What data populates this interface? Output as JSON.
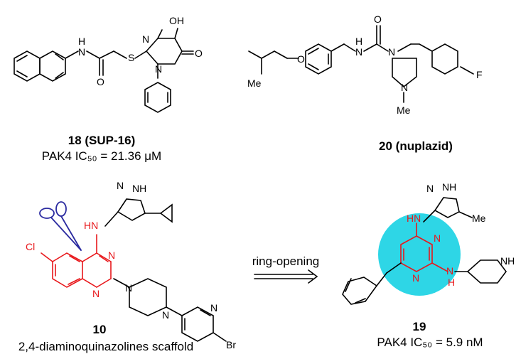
{
  "compounds": [
    {
      "id": "18",
      "bold_label": "18 (SUP-16)",
      "activity": "PAK4 IC₅₀ = 21.36 μM",
      "atoms": {
        "oh": "OH",
        "n1": "N",
        "n2": "N",
        "s": "S",
        "nh": "H",
        "nh_n": "N",
        "o1": "O",
        "o2": "O"
      }
    },
    {
      "id": "20",
      "bold_label": "20 (nuplazid)",
      "atoms": {
        "o": "O",
        "n_urea": "N",
        "nh": "H",
        "nh_n": "N",
        "pip_n": "N",
        "me": "Me",
        "me2": "Me",
        "f": "F",
        "o_ether": "O"
      }
    },
    {
      "id": "10",
      "bold_label": "10",
      "caption": "2,4-diaminoquinazolines scaffold",
      "atoms": {
        "cl": "Cl",
        "hn": "HN",
        "n_a": "N",
        "n_b": "N",
        "pz_n": "N",
        "pz_nh": "NH",
        "pip_n1": "N",
        "pip_n2": "N",
        "py_n": "N",
        "br": "Br"
      }
    },
    {
      "id": "19",
      "bold_label": "19",
      "activity": "PAK4 IC₅₀ = 5.9 nM",
      "atoms": {
        "hn": "HN",
        "n_a": "N",
        "n_b": "N",
        "nh_bottom": "N",
        "h_bottom": "H",
        "pz_n": "N",
        "pz_nh": "NH",
        "me": "Me",
        "pip_nh": "NH"
      }
    }
  ],
  "transformation": {
    "label": "ring-opening"
  },
  "colors": {
    "highlight": "#2ed6e6",
    "red": "#e8171b",
    "scissors": "#2a2aa0",
    "bond": "#000000"
  }
}
